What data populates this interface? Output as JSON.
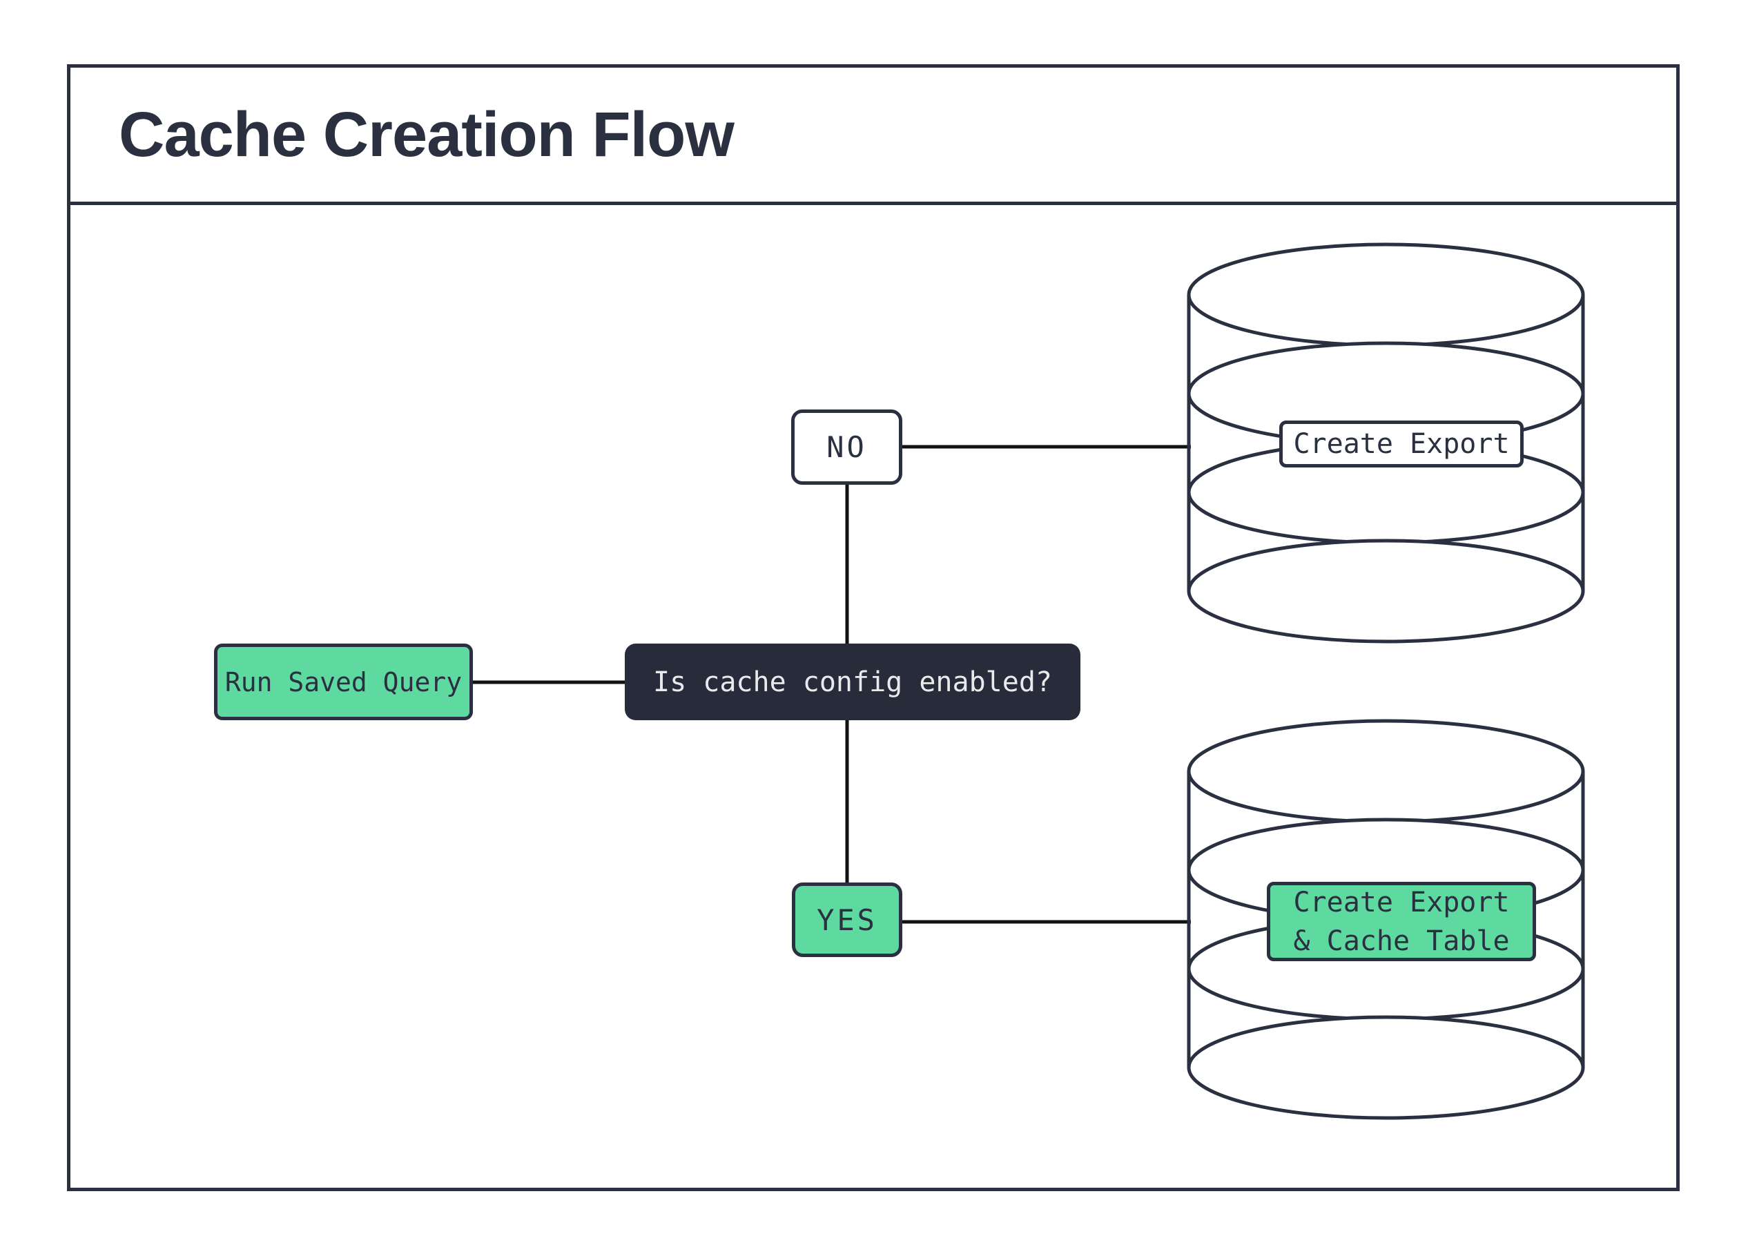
{
  "header": {
    "title": "Cache Creation Flow"
  },
  "flow": {
    "start": {
      "label": "Run Saved Query"
    },
    "decision": {
      "label": "Is cache config enabled?"
    },
    "branch_no": {
      "label": "NO"
    },
    "branch_yes": {
      "label": "YES"
    },
    "outcome_no": {
      "label": "Create Export"
    },
    "outcome_yes": {
      "line1": "Create Export",
      "line2": "& Cache Table"
    }
  },
  "icons": {
    "outcome_no_icon": "database-icon",
    "outcome_yes_icon": "database-icon"
  },
  "colors": {
    "ink": "#2a3040",
    "connector": "#111111",
    "green": "#5ed99f",
    "decision-fill": "#272b3a",
    "decision-text": "#e9eaec",
    "bg": "#ffffff"
  }
}
